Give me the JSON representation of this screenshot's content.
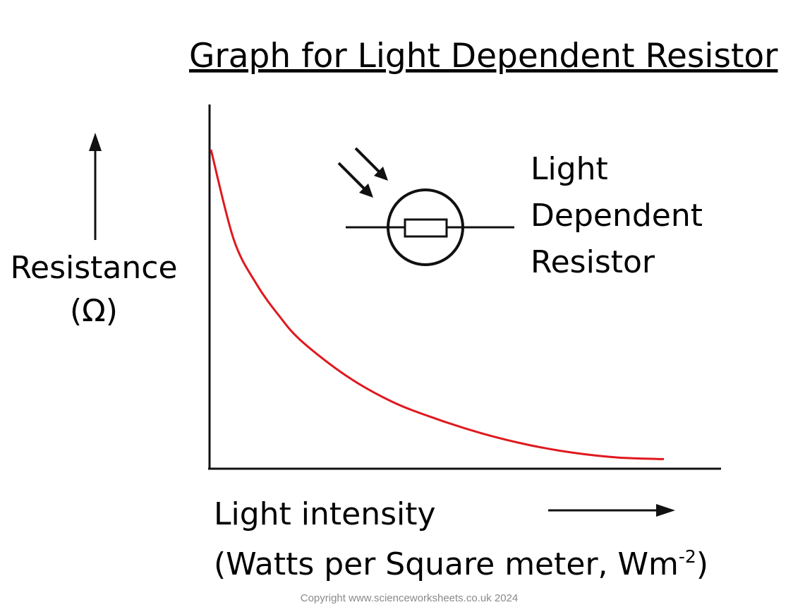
{
  "chart_data": {
    "type": "line",
    "title": "Graph for Light Dependent Resistor",
    "ylabel": {
      "line1": "Resistance",
      "line2": "(Ω)"
    },
    "xlabel": {
      "line1": "Light intensity",
      "line2_prefix": "(Watts per Square meter, Wm",
      "line2_superscript": "-2",
      "line2_suffix": ")"
    },
    "axis_ticks": "none",
    "grid": false,
    "legend": {
      "symbol": "light-dependent-resistor-symbol",
      "lines": [
        "Light",
        "Dependent",
        "Resistor"
      ]
    },
    "series": [
      {
        "color": "#e0181e",
        "points": [
          [
            0.0,
            1.0
          ],
          [
            0.05,
            0.72
          ],
          [
            0.1,
            0.58
          ],
          [
            0.15,
            0.48
          ],
          [
            0.2,
            0.4
          ],
          [
            0.3,
            0.29
          ],
          [
            0.4,
            0.21
          ],
          [
            0.5,
            0.155
          ],
          [
            0.6,
            0.11
          ],
          [
            0.7,
            0.075
          ],
          [
            0.8,
            0.05
          ],
          [
            0.9,
            0.035
          ],
          [
            1.0,
            0.03
          ]
        ]
      }
    ]
  },
  "footer": {
    "copyright": "Copyright www.scienceworksheets.co.uk 2024"
  },
  "colors": {
    "curve": "#e0181e",
    "axes": "#111111",
    "copyright": "#8a8a8a"
  }
}
